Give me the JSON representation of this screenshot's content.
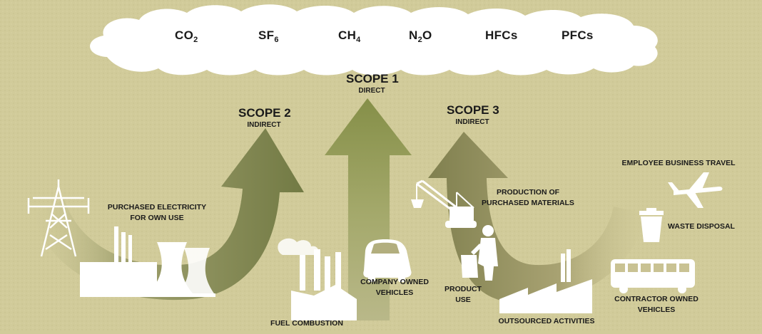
{
  "gases": [
    {
      "base": "CO",
      "sub": "2"
    },
    {
      "base": "SF",
      "sub": "6"
    },
    {
      "base": "CH",
      "sub": "4"
    },
    {
      "base": "N",
      "sub": "2",
      "tail": "O"
    },
    {
      "base": "HFCs"
    },
    {
      "base": "PFCs"
    }
  ],
  "scopes": {
    "scope1": {
      "title": "SCOPE 1",
      "sub": "DIRECT"
    },
    "scope2": {
      "title": "SCOPE 2",
      "sub": "INDIRECT"
    },
    "scope3": {
      "title": "SCOPE 3",
      "sub": "INDIRECT"
    }
  },
  "labels": {
    "purchased_electricity_l1": "PURCHASED ELECTRICITY",
    "purchased_electricity_l2": "FOR OWN USE",
    "fuel_combustion": "FUEL COMBUSTION",
    "company_vehicles_l1": "COMPANY OWNED",
    "company_vehicles_l2": "VEHICLES",
    "product_use_l1": "PRODUCT",
    "product_use_l2": "USE",
    "production_l1": "PRODUCTION OF",
    "production_l2": "PURCHASED MATERIALS",
    "outsourced": "OUTSOURCED ACTIVITIES",
    "business_travel": "EMPLOYEE BUSINESS TRAVEL",
    "waste_disposal": "WASTE DISPOSAL",
    "contractor_vehicles_l1": "CONTRACTOR OWNED",
    "contractor_vehicles_l2": "VEHICLES"
  },
  "colors": {
    "background": "#d1cb9a",
    "cloud": "#ffffff",
    "arrow_scope1": "#8f9a55",
    "arrow_scope2": "#7d8450",
    "arrow_scope3": "#8a8a5c",
    "icons": "#ffffff"
  },
  "icons": [
    "pylon-icon",
    "power-plant-icon",
    "factory-icon",
    "car-icon",
    "crane-icon",
    "worker-icon",
    "airplane-icon",
    "waste-bin-icon",
    "bus-icon"
  ]
}
